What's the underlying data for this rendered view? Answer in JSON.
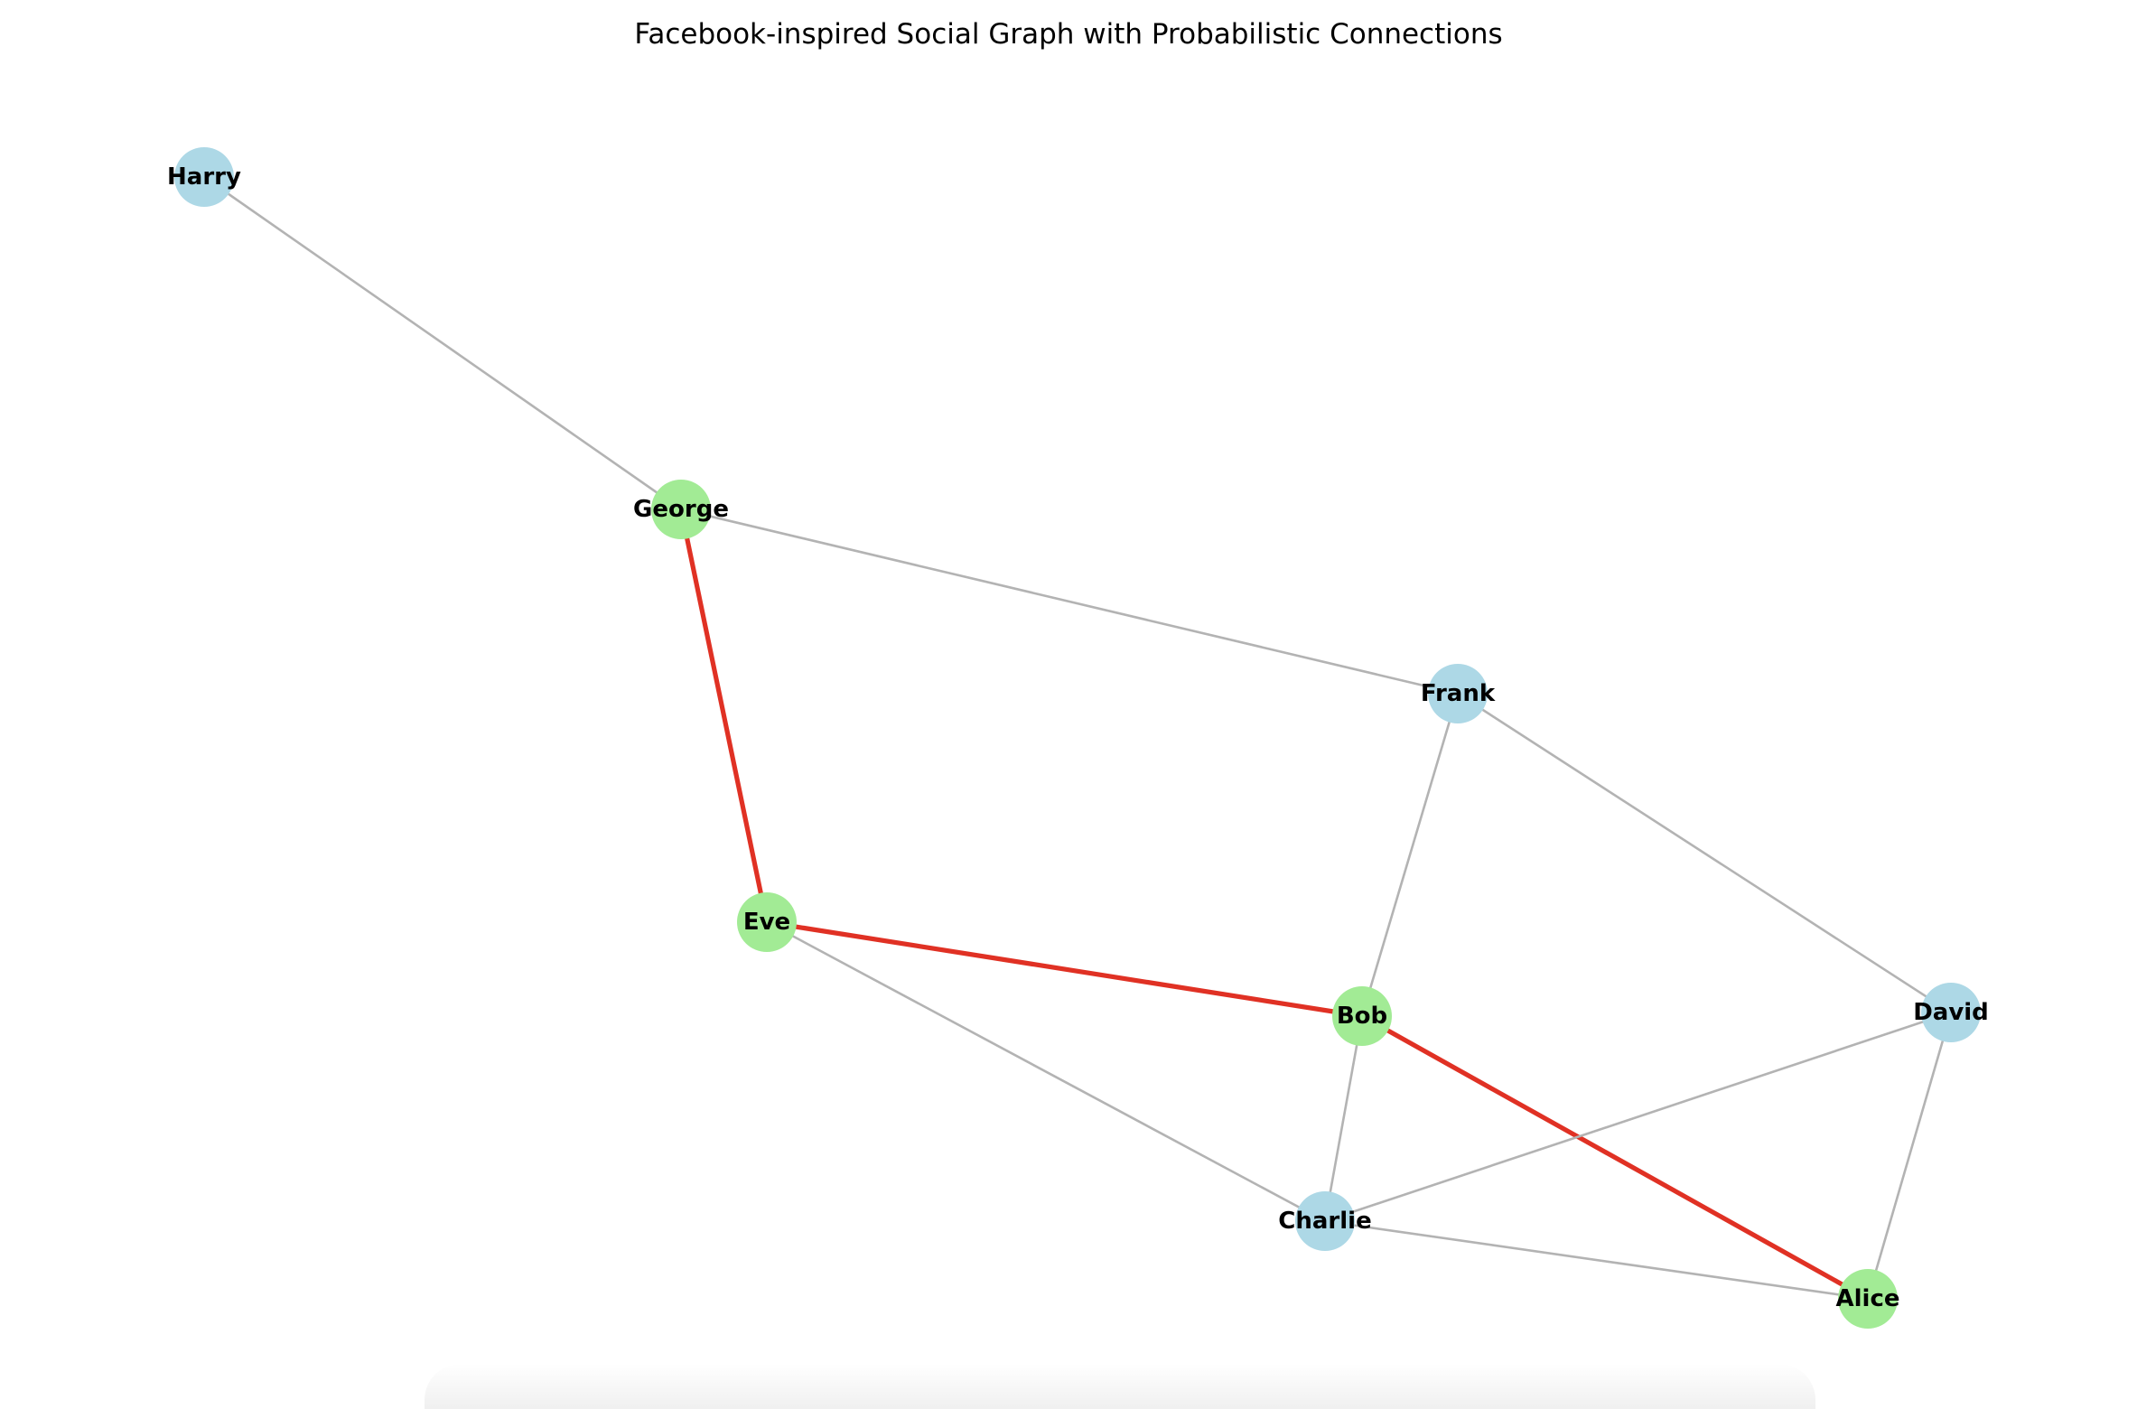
{
  "figure": {
    "title": "Facebook-inspired Social Graph with Probabilistic Connections"
  },
  "colors": {
    "node_default": "#add8e6",
    "node_path": "#a2eb95",
    "edge_default": "#b3b3b3",
    "edge_path": "#e03124",
    "label": "#000000"
  },
  "graph": {
    "nodes": [
      {
        "id": "Harry",
        "label": "Harry",
        "on_path": false
      },
      {
        "id": "George",
        "label": "George",
        "on_path": true
      },
      {
        "id": "Frank",
        "label": "Frank",
        "on_path": false
      },
      {
        "id": "Eve",
        "label": "Eve",
        "on_path": true
      },
      {
        "id": "Bob",
        "label": "Bob",
        "on_path": true
      },
      {
        "id": "David",
        "label": "David",
        "on_path": false
      },
      {
        "id": "Charlie",
        "label": "Charlie",
        "on_path": false
      },
      {
        "id": "Alice",
        "label": "Alice",
        "on_path": true
      }
    ],
    "edges": [
      {
        "source": "Harry",
        "target": "George",
        "on_path": false
      },
      {
        "source": "George",
        "target": "Frank",
        "on_path": false
      },
      {
        "source": "George",
        "target": "Eve",
        "on_path": true
      },
      {
        "source": "Frank",
        "target": "Bob",
        "on_path": false
      },
      {
        "source": "Frank",
        "target": "David",
        "on_path": false
      },
      {
        "source": "Eve",
        "target": "Bob",
        "on_path": true
      },
      {
        "source": "Eve",
        "target": "Charlie",
        "on_path": false
      },
      {
        "source": "Bob",
        "target": "Charlie",
        "on_path": false
      },
      {
        "source": "Bob",
        "target": "Alice",
        "on_path": true
      },
      {
        "source": "David",
        "target": "Charlie",
        "on_path": false
      },
      {
        "source": "David",
        "target": "Alice",
        "on_path": false
      },
      {
        "source": "Charlie",
        "target": "Alice",
        "on_path": false
      }
    ]
  }
}
